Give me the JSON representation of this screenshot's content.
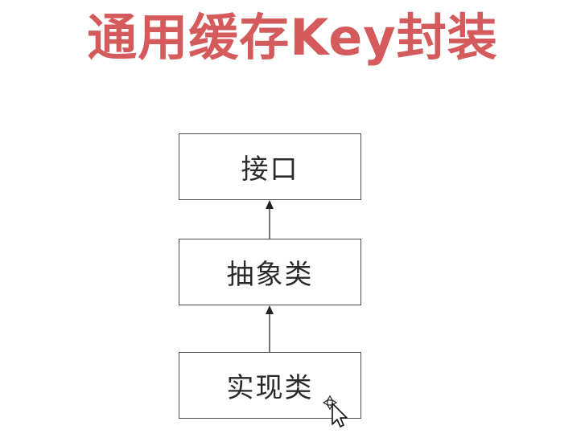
{
  "title": "通用缓存Key封装",
  "diagram": {
    "nodes": [
      {
        "id": "interface",
        "label": "接口"
      },
      {
        "id": "abstract",
        "label": "抽象类"
      },
      {
        "id": "impl",
        "label": "实现类"
      }
    ],
    "edges": [
      {
        "from": "abstract",
        "to": "interface",
        "arrow": "up"
      },
      {
        "from": "impl",
        "to": "abstract",
        "arrow": "up"
      }
    ]
  },
  "colors": {
    "title": "#d45a5b",
    "box_border": "#4a4a4a",
    "text": "#2a2a2a"
  },
  "icons": {
    "cursor": "move-cursor-icon"
  }
}
